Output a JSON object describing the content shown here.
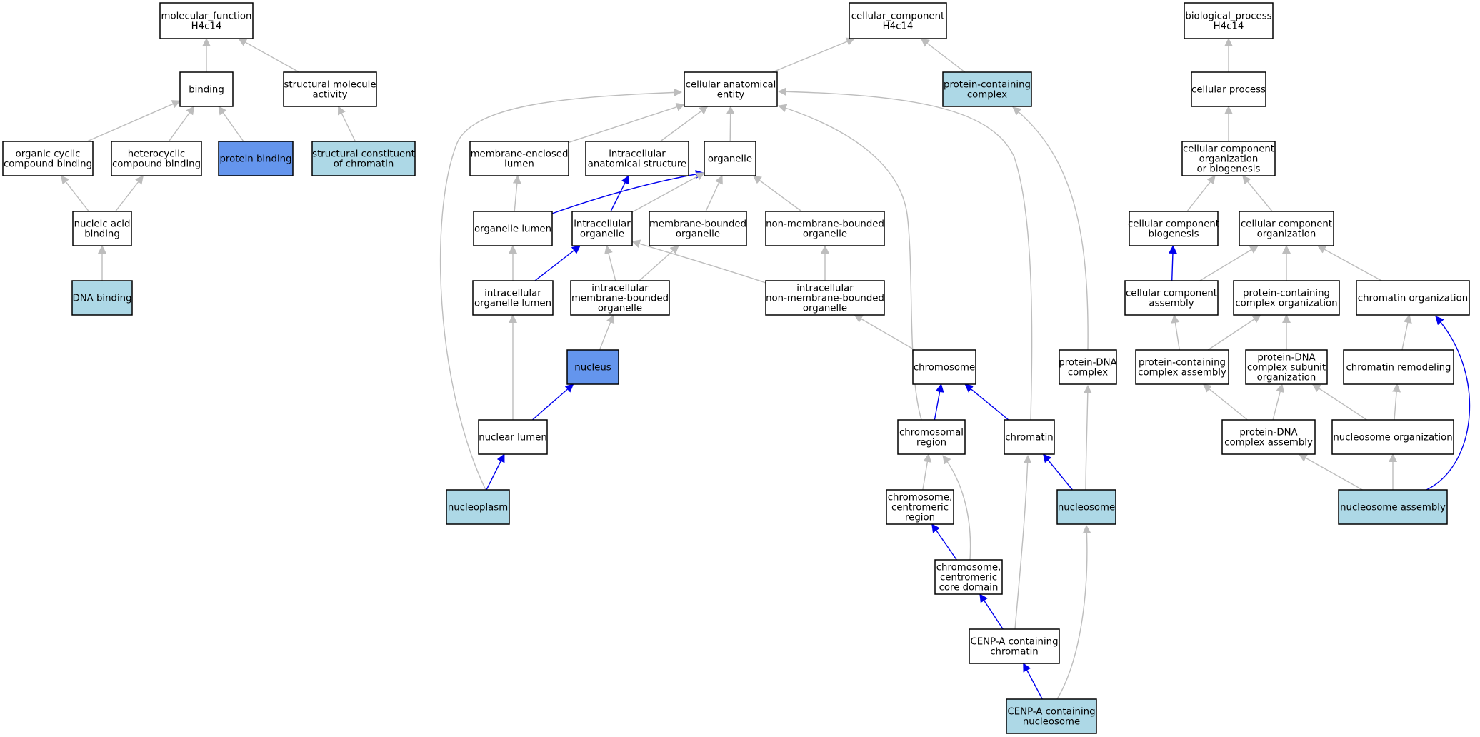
{
  "colors": {
    "default_fill": "#ffffff",
    "light_blue_fill": "#add8e6",
    "medium_blue_fill": "#6495ed",
    "gray_edge": "#bdbdbd",
    "blue_edge": "#0000ee"
  },
  "nodes": [
    {
      "id": "molecular_function",
      "lines": [
        "molecular_function",
        "H4c14"
      ],
      "fill": "default"
    },
    {
      "id": "binding",
      "lines": [
        "binding"
      ],
      "fill": "default"
    },
    {
      "id": "structural_molecule_activity",
      "lines": [
        "structural molecule",
        "activity"
      ],
      "fill": "default"
    },
    {
      "id": "organic_cyclic_compound_binding",
      "lines": [
        "organic cyclic",
        "compound binding"
      ],
      "fill": "default"
    },
    {
      "id": "heterocyclic_compound_binding",
      "lines": [
        "heterocyclic",
        "compound binding"
      ],
      "fill": "default"
    },
    {
      "id": "protein_binding",
      "lines": [
        "protein binding"
      ],
      "fill": "medium"
    },
    {
      "id": "structural_constituent_of_chromatin",
      "lines": [
        "structural constituent",
        "of chromatin"
      ],
      "fill": "light"
    },
    {
      "id": "nucleic_acid_binding",
      "lines": [
        "nucleic acid",
        "binding"
      ],
      "fill": "default"
    },
    {
      "id": "dna_binding",
      "lines": [
        "DNA binding"
      ],
      "fill": "light"
    },
    {
      "id": "cellular_component",
      "lines": [
        "cellular_component",
        "H4c14"
      ],
      "fill": "default"
    },
    {
      "id": "cellular_anatomical_entity",
      "lines": [
        "cellular anatomical",
        "entity"
      ],
      "fill": "default"
    },
    {
      "id": "protein_containing_complex",
      "lines": [
        "protein-containing",
        "complex"
      ],
      "fill": "light"
    },
    {
      "id": "membrane_enclosed_lumen",
      "lines": [
        "membrane-enclosed",
        "lumen"
      ],
      "fill": "default"
    },
    {
      "id": "intracellular_anatomical_structure",
      "lines": [
        "intracellular",
        "anatomical structure"
      ],
      "fill": "default"
    },
    {
      "id": "organelle",
      "lines": [
        "organelle"
      ],
      "fill": "default"
    },
    {
      "id": "organelle_lumen",
      "lines": [
        "organelle lumen"
      ],
      "fill": "default"
    },
    {
      "id": "intracellular_organelle",
      "lines": [
        "intracellular",
        "organelle"
      ],
      "fill": "default"
    },
    {
      "id": "membrane_bounded_organelle",
      "lines": [
        "membrane-bounded",
        "organelle"
      ],
      "fill": "default"
    },
    {
      "id": "non_membrane_bounded_organelle",
      "lines": [
        "non-membrane-bounded",
        "organelle"
      ],
      "fill": "default"
    },
    {
      "id": "intracellular_organelle_lumen",
      "lines": [
        "intracellular",
        "organelle lumen"
      ],
      "fill": "default"
    },
    {
      "id": "intracellular_membrane_bounded_organelle",
      "lines": [
        "intracellular",
        "membrane-bounded",
        "organelle"
      ],
      "fill": "default"
    },
    {
      "id": "intracellular_non_membrane_bounded_organelle",
      "lines": [
        "intracellular",
        "non-membrane-bounded",
        "organelle"
      ],
      "fill": "default"
    },
    {
      "id": "nucleus",
      "lines": [
        "nucleus"
      ],
      "fill": "medium"
    },
    {
      "id": "nuclear_lumen",
      "lines": [
        "nuclear lumen"
      ],
      "fill": "default"
    },
    {
      "id": "nucleoplasm",
      "lines": [
        "nucleoplasm"
      ],
      "fill": "light"
    },
    {
      "id": "chromosome",
      "lines": [
        "chromosome"
      ],
      "fill": "default"
    },
    {
      "id": "chromosomal_region",
      "lines": [
        "chromosomal",
        "region"
      ],
      "fill": "default"
    },
    {
      "id": "chromatin",
      "lines": [
        "chromatin"
      ],
      "fill": "default"
    },
    {
      "id": "protein_dna_complex",
      "lines": [
        "protein-DNA",
        "complex"
      ],
      "fill": "default"
    },
    {
      "id": "nucleosome",
      "lines": [
        "nucleosome"
      ],
      "fill": "light"
    },
    {
      "id": "chromosome_centromeric_region",
      "lines": [
        "chromosome,",
        "centromeric",
        "region"
      ],
      "fill": "default"
    },
    {
      "id": "chromosome_centromeric_core_domain",
      "lines": [
        "chromosome,",
        "centromeric",
        "core domain"
      ],
      "fill": "default"
    },
    {
      "id": "cenp_a_containing_chromatin",
      "lines": [
        "CENP-A containing",
        "chromatin"
      ],
      "fill": "default"
    },
    {
      "id": "cenp_a_containing_nucleosome",
      "lines": [
        "CENP-A containing",
        "nucleosome"
      ],
      "fill": "light"
    },
    {
      "id": "biological_process",
      "lines": [
        "biological_process",
        "H4c14"
      ],
      "fill": "default"
    },
    {
      "id": "cellular_process",
      "lines": [
        "cellular process"
      ],
      "fill": "default"
    },
    {
      "id": "cellular_component_organization_or_biogenesis",
      "lines": [
        "cellular component",
        "organization",
        "or biogenesis"
      ],
      "fill": "default"
    },
    {
      "id": "cellular_component_biogenesis",
      "lines": [
        "cellular component",
        "biogenesis"
      ],
      "fill": "default"
    },
    {
      "id": "cellular_component_organization",
      "lines": [
        "cellular component",
        "organization"
      ],
      "fill": "default"
    },
    {
      "id": "cellular_component_assembly",
      "lines": [
        "cellular component",
        "assembly"
      ],
      "fill": "default"
    },
    {
      "id": "protein_containing_complex_organization",
      "lines": [
        "protein-containing",
        "complex organization"
      ],
      "fill": "default"
    },
    {
      "id": "chromatin_organization",
      "lines": [
        "chromatin organization"
      ],
      "fill": "default"
    },
    {
      "id": "protein_containing_complex_assembly",
      "lines": [
        "protein-containing",
        "complex assembly"
      ],
      "fill": "default"
    },
    {
      "id": "protein_dna_complex_subunit_organization",
      "lines": [
        "protein-DNA",
        "complex subunit",
        "organization"
      ],
      "fill": "default"
    },
    {
      "id": "chromatin_remodeling",
      "lines": [
        "chromatin remodeling"
      ],
      "fill": "default"
    },
    {
      "id": "protein_dna_complex_assembly",
      "lines": [
        "protein-DNA",
        "complex assembly"
      ],
      "fill": "default"
    },
    {
      "id": "nucleosome_organization",
      "lines": [
        "nucleosome organization"
      ],
      "fill": "default"
    },
    {
      "id": "nucleosome_assembly",
      "lines": [
        "nucleosome assembly"
      ],
      "fill": "light"
    }
  ],
  "edges": [
    {
      "from": "binding",
      "to": "molecular_function",
      "color": "gray"
    },
    {
      "from": "structural_molecule_activity",
      "to": "molecular_function",
      "color": "gray"
    },
    {
      "from": "organic_cyclic_compound_binding",
      "to": "binding",
      "color": "gray"
    },
    {
      "from": "heterocyclic_compound_binding",
      "to": "binding",
      "color": "gray"
    },
    {
      "from": "protein_binding",
      "to": "binding",
      "color": "gray"
    },
    {
      "from": "structural_constituent_of_chromatin",
      "to": "structural_molecule_activity",
      "color": "gray"
    },
    {
      "from": "nucleic_acid_binding",
      "to": "organic_cyclic_compound_binding",
      "color": "gray"
    },
    {
      "from": "nucleic_acid_binding",
      "to": "heterocyclic_compound_binding",
      "color": "gray"
    },
    {
      "from": "dna_binding",
      "to": "nucleic_acid_binding",
      "color": "gray"
    },
    {
      "from": "cellular_anatomical_entity",
      "to": "cellular_component",
      "color": "gray"
    },
    {
      "from": "protein_containing_complex",
      "to": "cellular_component",
      "color": "gray"
    },
    {
      "from": "membrane_enclosed_lumen",
      "to": "cellular_anatomical_entity",
      "color": "gray"
    },
    {
      "from": "intracellular_anatomical_structure",
      "to": "cellular_anatomical_entity",
      "color": "gray"
    },
    {
      "from": "organelle",
      "to": "cellular_anatomical_entity",
      "color": "gray"
    },
    {
      "from": "nucleoplasm",
      "to": "cellular_anatomical_entity",
      "color": "gray"
    },
    {
      "from": "chromosomal_region",
      "to": "cellular_anatomical_entity",
      "color": "gray"
    },
    {
      "from": "chromatin",
      "to": "cellular_anatomical_entity",
      "color": "gray"
    },
    {
      "from": "organelle_lumen",
      "to": "membrane_enclosed_lumen",
      "color": "gray"
    },
    {
      "from": "organelle_lumen",
      "to": "organelle",
      "color": "blue"
    },
    {
      "from": "intracellular_organelle",
      "to": "intracellular_anatomical_structure",
      "color": "blue"
    },
    {
      "from": "intracellular_organelle",
      "to": "organelle",
      "color": "gray"
    },
    {
      "from": "membrane_bounded_organelle",
      "to": "organelle",
      "color": "gray"
    },
    {
      "from": "non_membrane_bounded_organelle",
      "to": "organelle",
      "color": "gray"
    },
    {
      "from": "intracellular_organelle_lumen",
      "to": "organelle_lumen",
      "color": "gray"
    },
    {
      "from": "intracellular_organelle_lumen",
      "to": "intracellular_organelle",
      "color": "blue"
    },
    {
      "from": "intracellular_membrane_bounded_organelle",
      "to": "intracellular_organelle",
      "color": "gray"
    },
    {
      "from": "intracellular_membrane_bounded_organelle",
      "to": "membrane_bounded_organelle",
      "color": "gray"
    },
    {
      "from": "intracellular_non_membrane_bounded_organelle",
      "to": "intracellular_organelle",
      "color": "gray"
    },
    {
      "from": "intracellular_non_membrane_bounded_organelle",
      "to": "non_membrane_bounded_organelle",
      "color": "gray"
    },
    {
      "from": "nucleus",
      "to": "intracellular_membrane_bounded_organelle",
      "color": "gray"
    },
    {
      "from": "chromosome",
      "to": "intracellular_non_membrane_bounded_organelle",
      "color": "gray"
    },
    {
      "from": "nuclear_lumen",
      "to": "intracellular_organelle_lumen",
      "color": "gray"
    },
    {
      "from": "nuclear_lumen",
      "to": "nucleus",
      "color": "blue"
    },
    {
      "from": "nucleoplasm",
      "to": "nuclear_lumen",
      "color": "blue"
    },
    {
      "from": "chromosomal_region",
      "to": "chromosome",
      "color": "blue"
    },
    {
      "from": "chromatin",
      "to": "chromosome",
      "color": "blue"
    },
    {
      "from": "protein_dna_complex",
      "to": "protein_containing_complex",
      "color": "gray"
    },
    {
      "from": "nucleosome",
      "to": "protein_dna_complex",
      "color": "gray"
    },
    {
      "from": "nucleosome",
      "to": "chromatin",
      "color": "blue"
    },
    {
      "from": "chromosome_centromeric_region",
      "to": "chromosomal_region",
      "color": "gray"
    },
    {
      "from": "chromosome_centromeric_core_domain",
      "to": "chromosome_centromeric_region",
      "color": "blue"
    },
    {
      "from": "chromosome_centromeric_core_domain",
      "to": "chromosomal_region",
      "color": "gray"
    },
    {
      "from": "cenp_a_containing_chromatin",
      "to": "chromosome_centromeric_core_domain",
      "color": "blue"
    },
    {
      "from": "cenp_a_containing_chromatin",
      "to": "chromatin",
      "color": "gray"
    },
    {
      "from": "cenp_a_containing_nucleosome",
      "to": "cenp_a_containing_chromatin",
      "color": "blue"
    },
    {
      "from": "cenp_a_containing_nucleosome",
      "to": "nucleosome",
      "color": "gray"
    },
    {
      "from": "cellular_process",
      "to": "biological_process",
      "color": "gray"
    },
    {
      "from": "cellular_component_organization_or_biogenesis",
      "to": "cellular_process",
      "color": "gray"
    },
    {
      "from": "cellular_component_biogenesis",
      "to": "cellular_component_organization_or_biogenesis",
      "color": "gray"
    },
    {
      "from": "cellular_component_organization",
      "to": "cellular_component_organization_or_biogenesis",
      "color": "gray"
    },
    {
      "from": "cellular_component_assembly",
      "to": "cellular_component_biogenesis",
      "color": "blue"
    },
    {
      "from": "cellular_component_assembly",
      "to": "cellular_component_organization",
      "color": "gray"
    },
    {
      "from": "protein_containing_complex_organization",
      "to": "cellular_component_organization",
      "color": "gray"
    },
    {
      "from": "chromatin_organization",
      "to": "cellular_component_organization",
      "color": "gray"
    },
    {
      "from": "protein_containing_complex_assembly",
      "to": "cellular_component_assembly",
      "color": "gray"
    },
    {
      "from": "protein_containing_complex_assembly",
      "to": "protein_containing_complex_organization",
      "color": "gray"
    },
    {
      "from": "protein_dna_complex_subunit_organization",
      "to": "protein_containing_complex_organization",
      "color": "gray"
    },
    {
      "from": "chromatin_remodeling",
      "to": "chromatin_organization",
      "color": "gray"
    },
    {
      "from": "protein_dna_complex_assembly",
      "to": "protein_containing_complex_assembly",
      "color": "gray"
    },
    {
      "from": "protein_dna_complex_assembly",
      "to": "protein_dna_complex_subunit_organization",
      "color": "gray"
    },
    {
      "from": "nucleosome_organization",
      "to": "protein_dna_complex_subunit_organization",
      "color": "gray"
    },
    {
      "from": "nucleosome_organization",
      "to": "chromatin_remodeling",
      "color": "gray"
    },
    {
      "from": "nucleosome_assembly",
      "to": "protein_dna_complex_assembly",
      "color": "gray"
    },
    {
      "from": "nucleosome_assembly",
      "to": "nucleosome_organization",
      "color": "gray"
    },
    {
      "from": "nucleosome_assembly",
      "to": "chromatin_organization",
      "color": "blue"
    }
  ]
}
